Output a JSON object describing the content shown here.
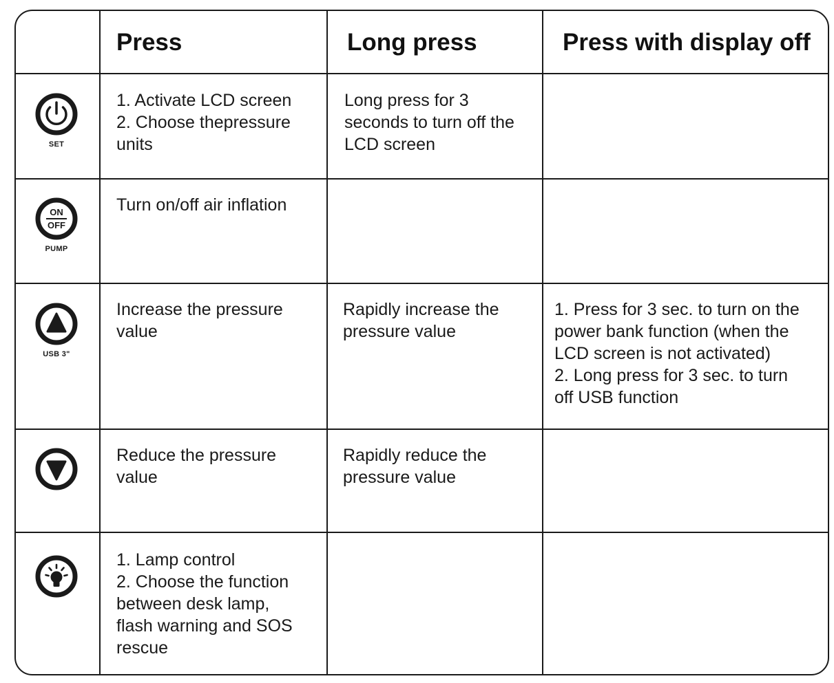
{
  "headers": {
    "press": "Press",
    "long_press": "Long press",
    "display_off": "Press with display off"
  },
  "rows": [
    {
      "icon": "power-icon",
      "caption": "SET",
      "press": [
        "1. Activate LCD screen",
        "2. Choose thepressure",
        "units"
      ],
      "long_press": [
        "Long press for 3",
        "seconds to turn off the",
        "LCD screen"
      ],
      "display_off": []
    },
    {
      "icon": "on-off-icon",
      "icon_text": {
        "top": "ON",
        "bottom": "OFF"
      },
      "caption": "PUMP",
      "press": [
        "Turn on/off air inflation"
      ],
      "long_press": [],
      "display_off": []
    },
    {
      "icon": "up-arrow-icon",
      "caption": "USB 3\"",
      "press": [
        "Increase the pressure",
        "value"
      ],
      "long_press": [
        "Rapidly increase the",
        "pressure value"
      ],
      "display_off": [
        "1. Press for 3 sec. to turn on the",
        "power bank function (when the",
        "LCD screen is not activated)",
        "2. Long press for 3 sec. to turn",
        "off USB function"
      ]
    },
    {
      "icon": "down-arrow-icon",
      "caption": "",
      "press": [
        "Reduce the pressure",
        "value"
      ],
      "long_press": [
        "Rapidly reduce the",
        "pressure value"
      ],
      "display_off": []
    },
    {
      "icon": "lamp-icon",
      "caption": "",
      "press": [
        "1. Lamp control",
        "2. Choose the function",
        "between desk lamp,",
        "flash warning and SOS",
        "rescue"
      ],
      "long_press": [],
      "display_off": []
    }
  ]
}
